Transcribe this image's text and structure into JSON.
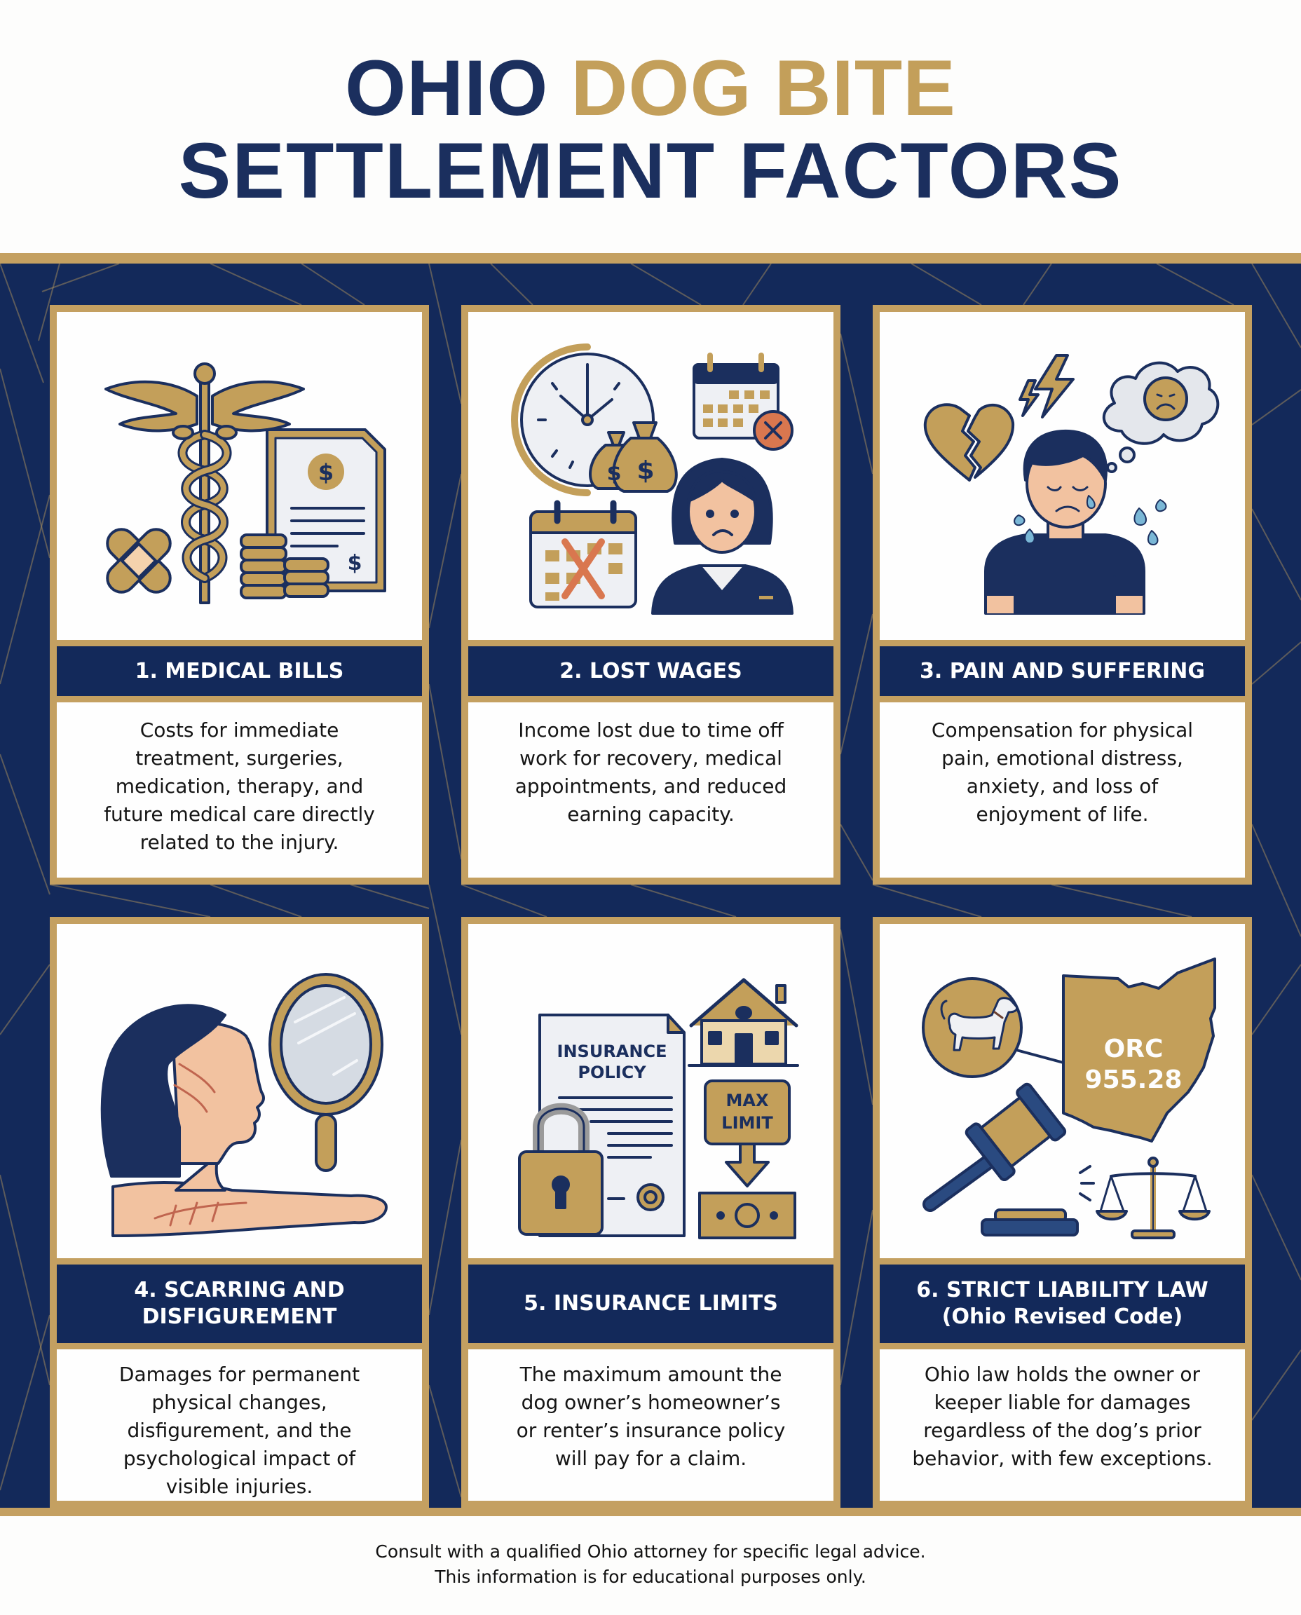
{
  "header": {
    "title_line1_navy": "OHIO",
    "title_line1_gold": "DOG BITE",
    "title_line2": "SETTLEMENT FACTORS"
  },
  "colors": {
    "navy": "#13295a",
    "title_navy": "#1b2f5e",
    "gold": "#c4a061",
    "white": "#fefefe",
    "accent_orange": "#d9774f",
    "skin": "#f2c2a0"
  },
  "cards": [
    {
      "title_lines": [
        "1. MEDICAL BILLS"
      ],
      "description_lines": [
        "Costs for immediate",
        "treatment, surgeries,",
        "medication, therapy, and",
        "future medical care directly",
        "related to the injury."
      ],
      "icons": [
        "caduceus-icon",
        "bandage-icon",
        "medical-bill-icon",
        "coin-stack-icon"
      ],
      "icon_labels": {
        "dollar": "$"
      }
    },
    {
      "title_lines": [
        "2. LOST WAGES"
      ],
      "description_lines": [
        "Income lost due to time off",
        "work for recovery, medical",
        "appointments, and reduced",
        "earning capacity."
      ],
      "icons": [
        "clock-icon",
        "money-bag-icon",
        "calendar-cancel-icon",
        "calendar-x-icon",
        "worried-worker-icon"
      ],
      "icon_labels": {
        "dollar": "$"
      }
    },
    {
      "title_lines": [
        "3. PAIN AND SUFFERING"
      ],
      "description_lines": [
        "Compensation for physical",
        "pain, emotional distress,",
        "anxiety, and loss of",
        "enjoyment of life."
      ],
      "icons": [
        "broken-heart-icon",
        "lightning-icon",
        "sad-thought-cloud-icon",
        "crying-person-icon",
        "teardrop-icon"
      ]
    },
    {
      "title_lines": [
        "4. SCARRING AND",
        "DISFIGUREMENT"
      ],
      "description_lines": [
        "Damages for permanent",
        "physical changes,",
        "disfigurement, and the",
        "psychological impact of",
        "visible injuries."
      ],
      "icons": [
        "scarred-person-icon",
        "hand-mirror-icon"
      ]
    },
    {
      "title_lines": [
        "5. INSURANCE LIMITS"
      ],
      "description_lines": [
        "The maximum amount the",
        "dog owner’s homeowner’s",
        "or renter’s insurance policy",
        "will pay for a claim."
      ],
      "icons": [
        "insurance-policy-icon",
        "padlock-icon",
        "house-icon",
        "max-limit-arrow-icon",
        "cash-bill-icon"
      ],
      "icon_labels": {
        "policy_line1": "INSURANCE",
        "policy_line2": "POLICY",
        "limit_line1": "MAX",
        "limit_line2": "LIMIT"
      }
    },
    {
      "title_lines": [
        "6. STRICT LIABILITY LAW",
        "(Ohio Revised Code)"
      ],
      "description_lines": [
        "Ohio law holds the owner or",
        "keeper liable for damages",
        "regardless of the dog’s prior",
        "behavior, with few exceptions."
      ],
      "icons": [
        "dog-icon",
        "ohio-map-icon",
        "gavel-icon",
        "scales-of-justice-icon"
      ],
      "icon_labels": {
        "statute_line1": "ORC",
        "statute_line2": "955.28"
      }
    }
  ],
  "footer": {
    "line1": "Consult with a qualified Ohio attorney for specific legal advice.",
    "line2": "This information is for educational purposes only."
  }
}
